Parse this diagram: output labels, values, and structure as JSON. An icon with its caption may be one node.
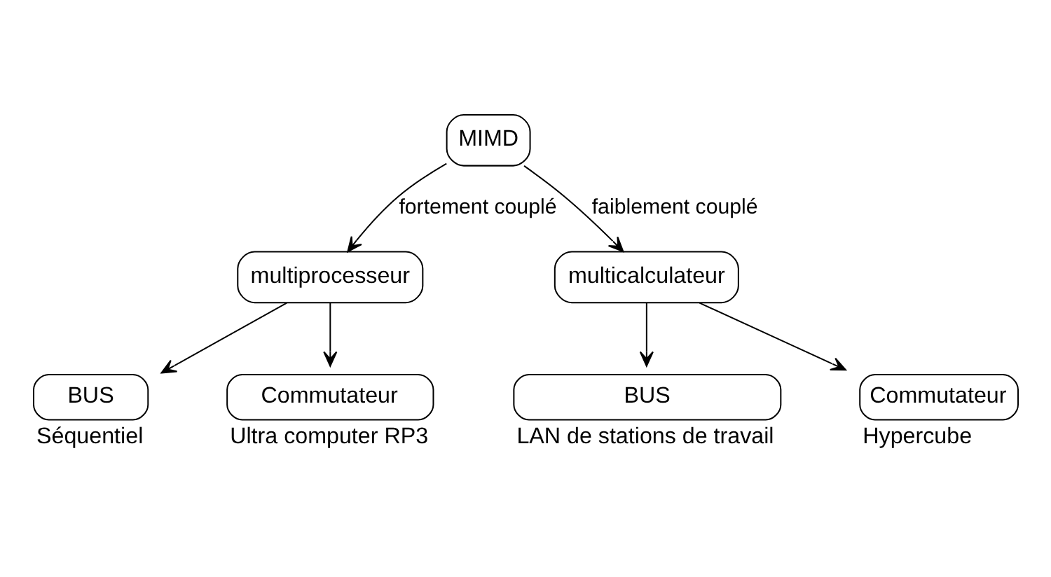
{
  "diagram": {
    "nodes": [
      {
        "text": [
          "MIMD"
        ]
      },
      {
        "text": [
          "multiprocesseur"
        ]
      },
      {
        "text": [
          "multicalculateur"
        ]
      },
      {
        "text": [
          "BUS"
        ],
        "beside": [
          "Séquentiel"
        ]
      },
      {
        "text": [
          "Commutateur"
        ],
        "beside": [
          "Ultra computer RP3"
        ]
      },
      {
        "text": [
          "BUS"
        ],
        "beside": [
          "LAN de stations de travail"
        ]
      },
      {
        "text": [
          "Commutateur"
        ],
        "beside": [
          "Hypercube"
        ]
      }
    ],
    "edges": [
      {
        "from": 0,
        "to": 1,
        "arrow": "to",
        "label": "fortement couplé"
      },
      {
        "from": 0,
        "to": 2,
        "arrow": "to",
        "label": "faiblement couplé"
      },
      {
        "from": 1,
        "to": 3,
        "arrow": "to"
      },
      {
        "from": 1,
        "to": 4,
        "arrow": "to"
      },
      {
        "from": 2,
        "to": 5,
        "arrow": "to"
      },
      {
        "from": 2,
        "to": 6,
        "arrow": "to"
      }
    ]
  }
}
